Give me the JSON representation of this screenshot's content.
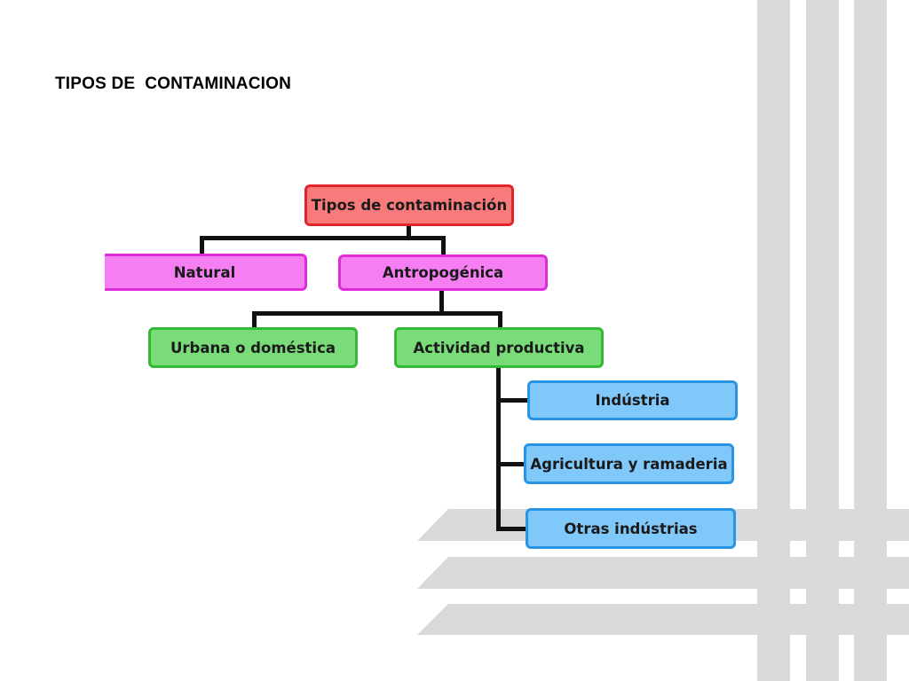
{
  "slide": {
    "title": "TIPOS DE  CONTAMINACION"
  },
  "diagram": {
    "root": "Tipos de contaminación",
    "level1": [
      "Natural",
      "Antropogénica"
    ],
    "level2": [
      "Urbana o doméstica",
      "Actividad productiva"
    ],
    "level3": [
      "Indústria",
      "Agricultura y ramaderia",
      "Otras indústrias"
    ]
  },
  "colors": {
    "root_fill": "#f87a7a",
    "root_border": "#e0242a",
    "level1_fill": "#f57ef2",
    "level1_border": "#dd2cd8",
    "level2_fill": "#79dc79",
    "level2_border": "#34b934",
    "level3_fill": "#80c8fa",
    "level3_border": "#2a94e4",
    "connector": "#111111",
    "decor_stripes": "#d9d9d9"
  }
}
